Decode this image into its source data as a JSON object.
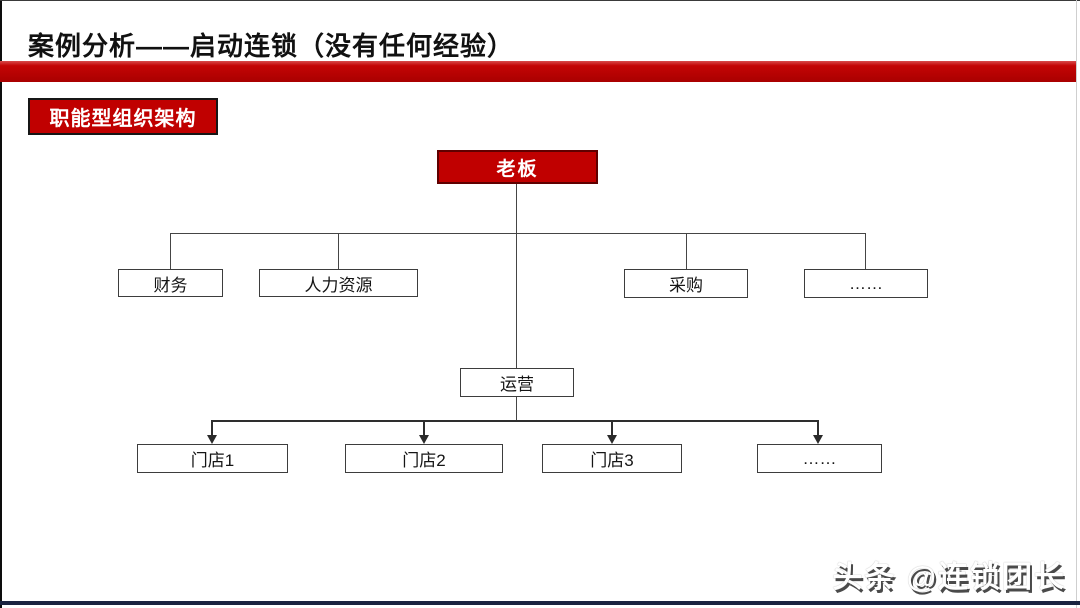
{
  "slide": {
    "title": "案例分析——启动连锁（没有任何经验）",
    "section_label": "职能型组织架构",
    "watermark": "头条 @连锁团长"
  },
  "org_chart": {
    "root": {
      "label": "老板"
    },
    "level2": [
      {
        "label": "财务"
      },
      {
        "label": "人力资源"
      },
      {
        "label": "采购"
      },
      {
        "label": "……"
      }
    ],
    "level3": [
      {
        "label": "运营"
      }
    ],
    "level4": [
      {
        "label": "门店1"
      },
      {
        "label": "门店2"
      },
      {
        "label": "门店3"
      },
      {
        "label": "……"
      }
    ]
  },
  "colors": {
    "accent_red": "#c00000",
    "node_border": "#3d3d3d",
    "connector": "#454545",
    "footer_bar": "#1a2340"
  }
}
